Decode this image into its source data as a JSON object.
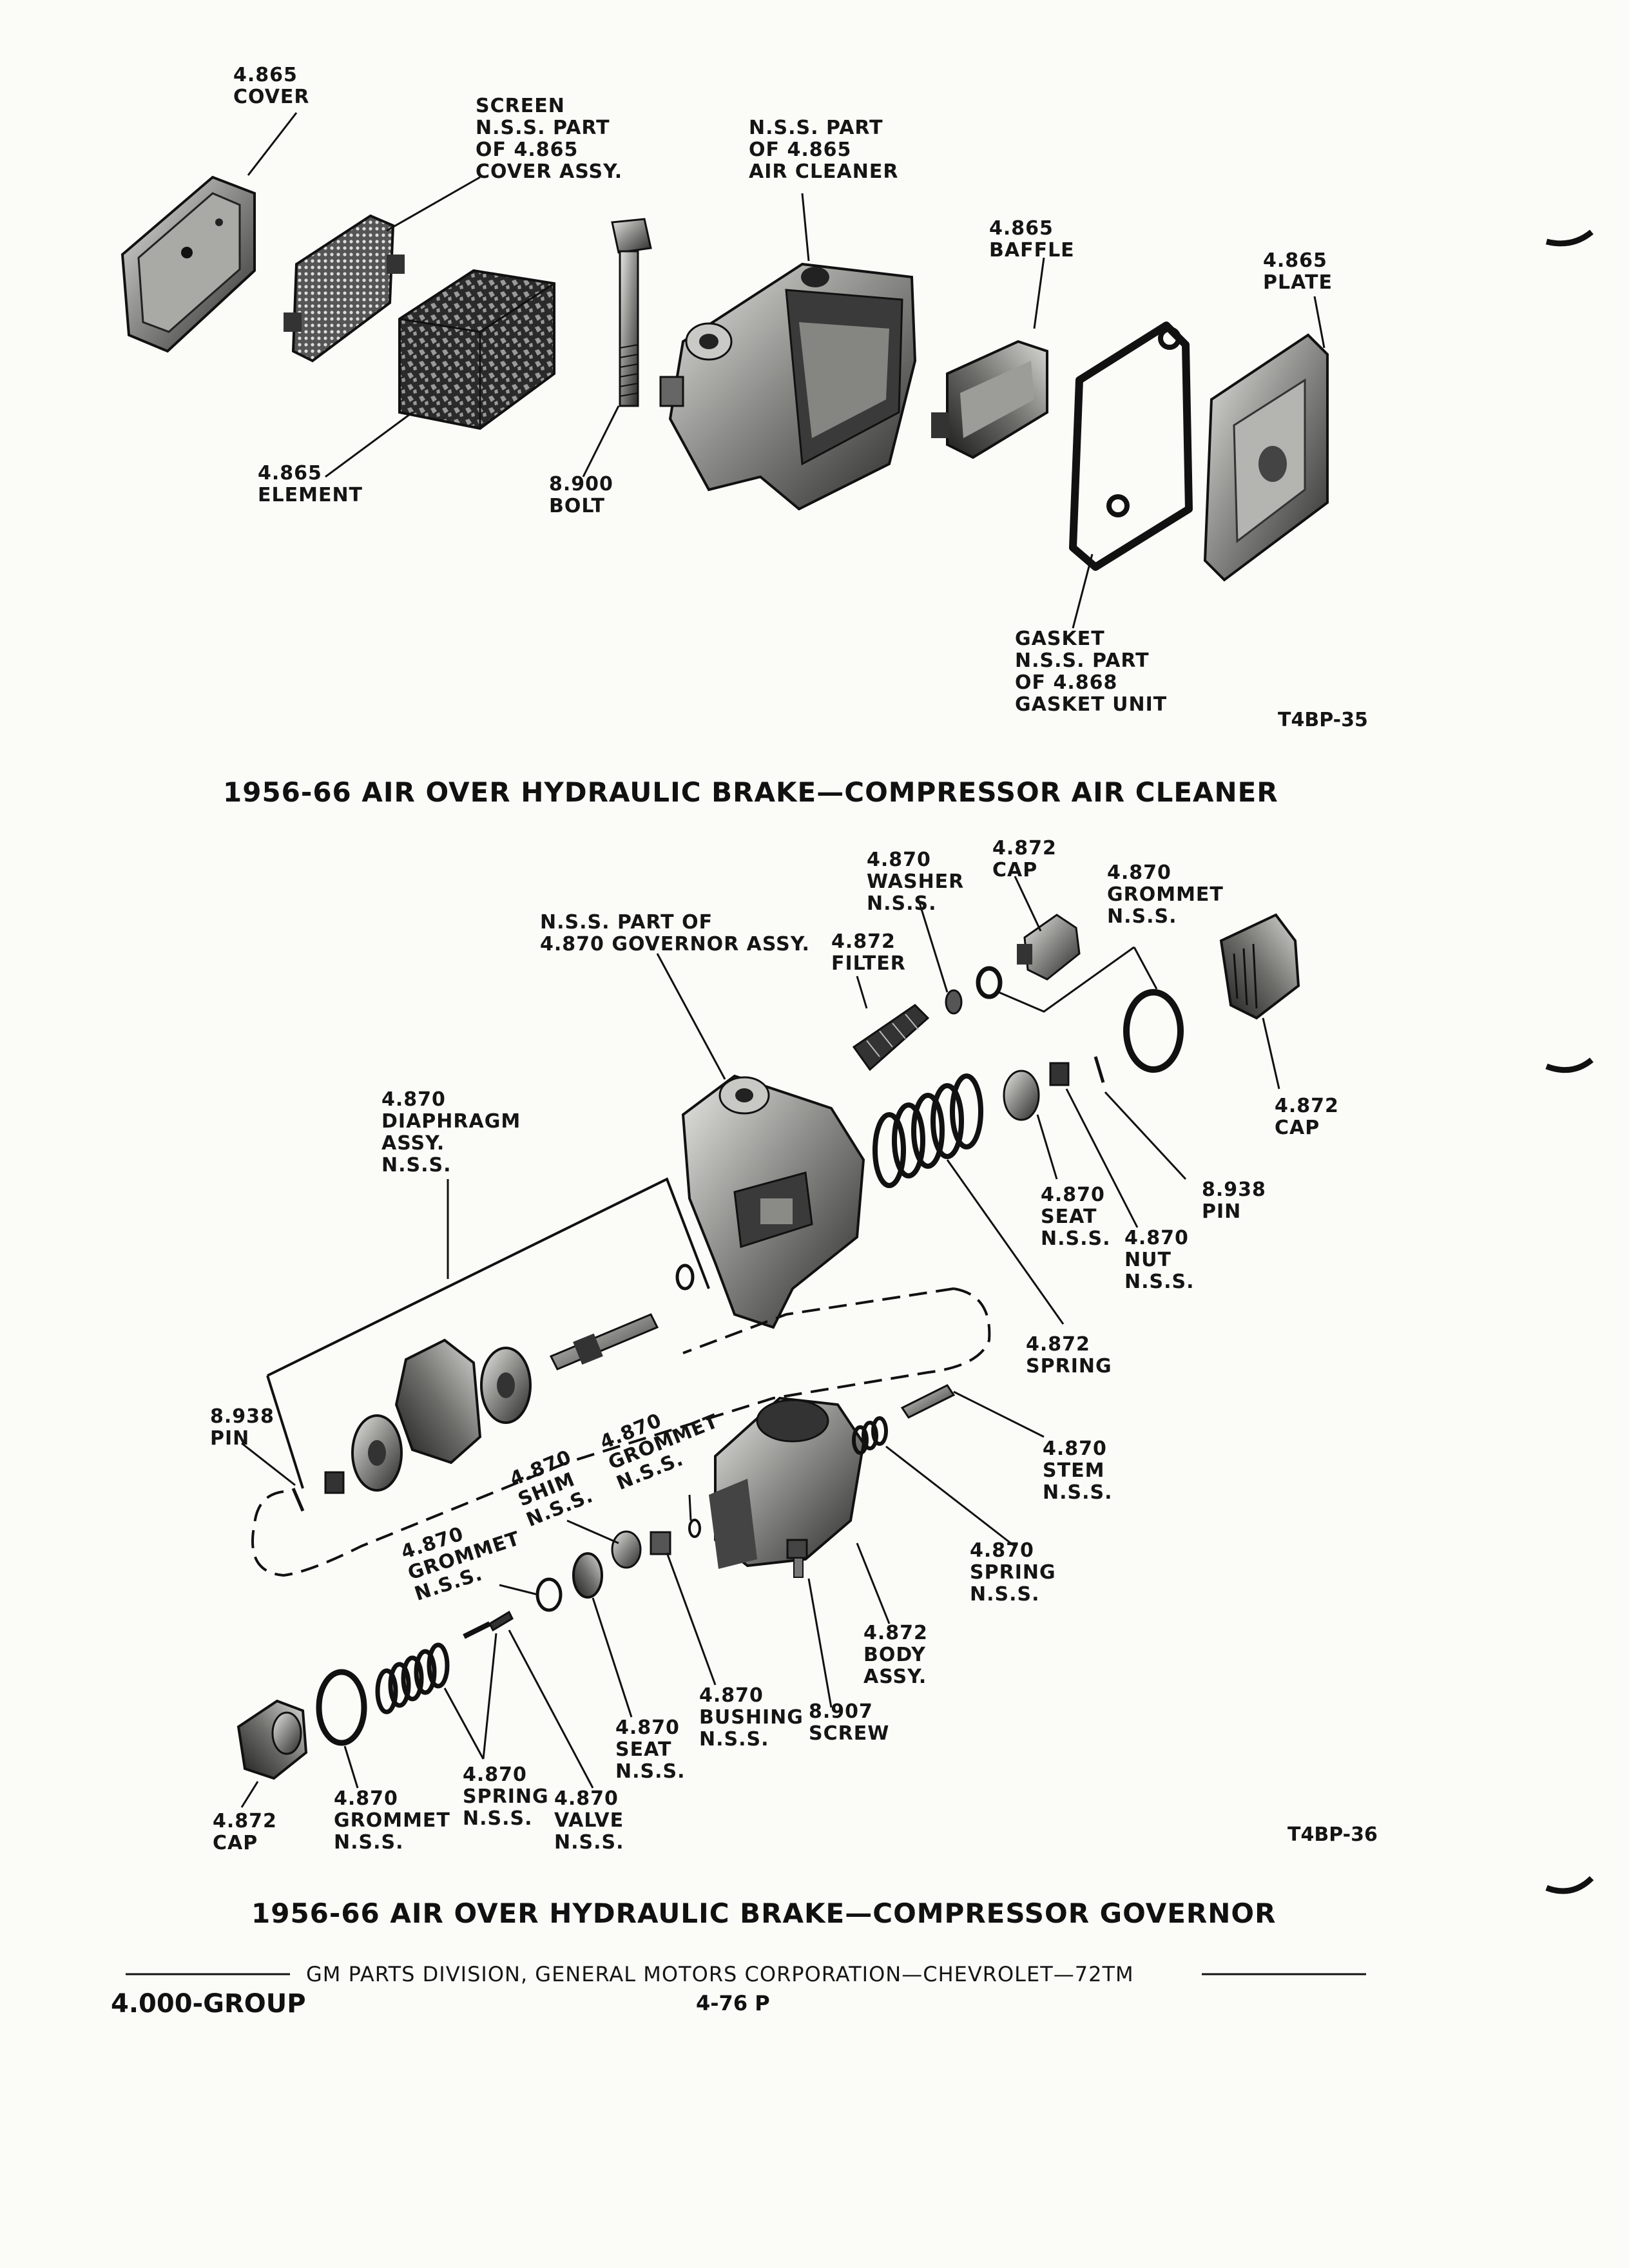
{
  "fig1": {
    "labels": {
      "cover": "4.865\nCOVER",
      "screen": "SCREEN\nN.S.S. PART\nOF 4.865\nCOVER ASSY.",
      "air_cleaner": "N.S.S. PART\nOF 4.865\nAIR CLEANER",
      "baffle": "4.865\nBAFFLE",
      "plate": "4.865\nPLATE",
      "element": "4.865\nELEMENT",
      "bolt": "8.900\nBOLT",
      "gasket": "GASKET\nN.S.S. PART\nOF 4.868\nGASKET UNIT"
    },
    "code": "T4BP-35",
    "caption": "1956-66  AIR OVER HYDRAULIC BRAKE—COMPRESSOR AIR CLEANER"
  },
  "fig2": {
    "labels": {
      "washer": "4.870\nWASHER\nN.S.S.",
      "cap_top": "4.872\nCAP",
      "grommet_top": "4.870\nGROMMET\nN.S.S.",
      "governor_assy": "N.S.S. PART OF\n4.870 GOVERNOR ASSY.",
      "filter": "4.872\nFILTER",
      "cap_right": "4.872\nCAP",
      "diaphragm": "4.870\nDIAPHRAGM\nASSY.\nN.S.S.",
      "seat_upper": "4.870\nSEAT\nN.S.S.",
      "pin_right": "8.938\nPIN",
      "nut": "4.870\nNUT\nN.S.S.",
      "spring_upper": "4.872\nSPRING",
      "pin_left": "8.938\nPIN",
      "stem": "4.870\nSTEM\nN.S.S.",
      "grommet_mid": "4.870\nGROMMET\nN.S.S.",
      "shim": "4.870\nSHIM\nN.S.S.",
      "grommet_left": "4.870\nGROMMET\nN.S.S.",
      "spring_right": "4.870\nSPRING\nN.S.S.",
      "body_assy": "4.872\nBODY\nASSY.",
      "bushing": "4.870\nBUSHING\nN.S.S.",
      "screw": "8.907\nSCREW",
      "seat_lower": "4.870\nSEAT\nN.S.S.",
      "spring_lower": "4.870\nSPRING\nN.S.S.",
      "valve": "4.870\nVALVE\nN.S.S.",
      "grommet_bottom": "4.870\nGROMMET\nN.S.S.",
      "cap_bottom": "4.872\nCAP"
    },
    "code": "T4BP-36",
    "caption": "1956-66  AIR OVER HYDRAULIC BRAKE—COMPRESSOR GOVERNOR"
  },
  "footer": {
    "publisher": "GM PARTS DIVISION, GENERAL MOTORS CORPORATION—CHEVROLET—72TM",
    "group": "4.000-GROUP",
    "page": "4-76  P"
  }
}
